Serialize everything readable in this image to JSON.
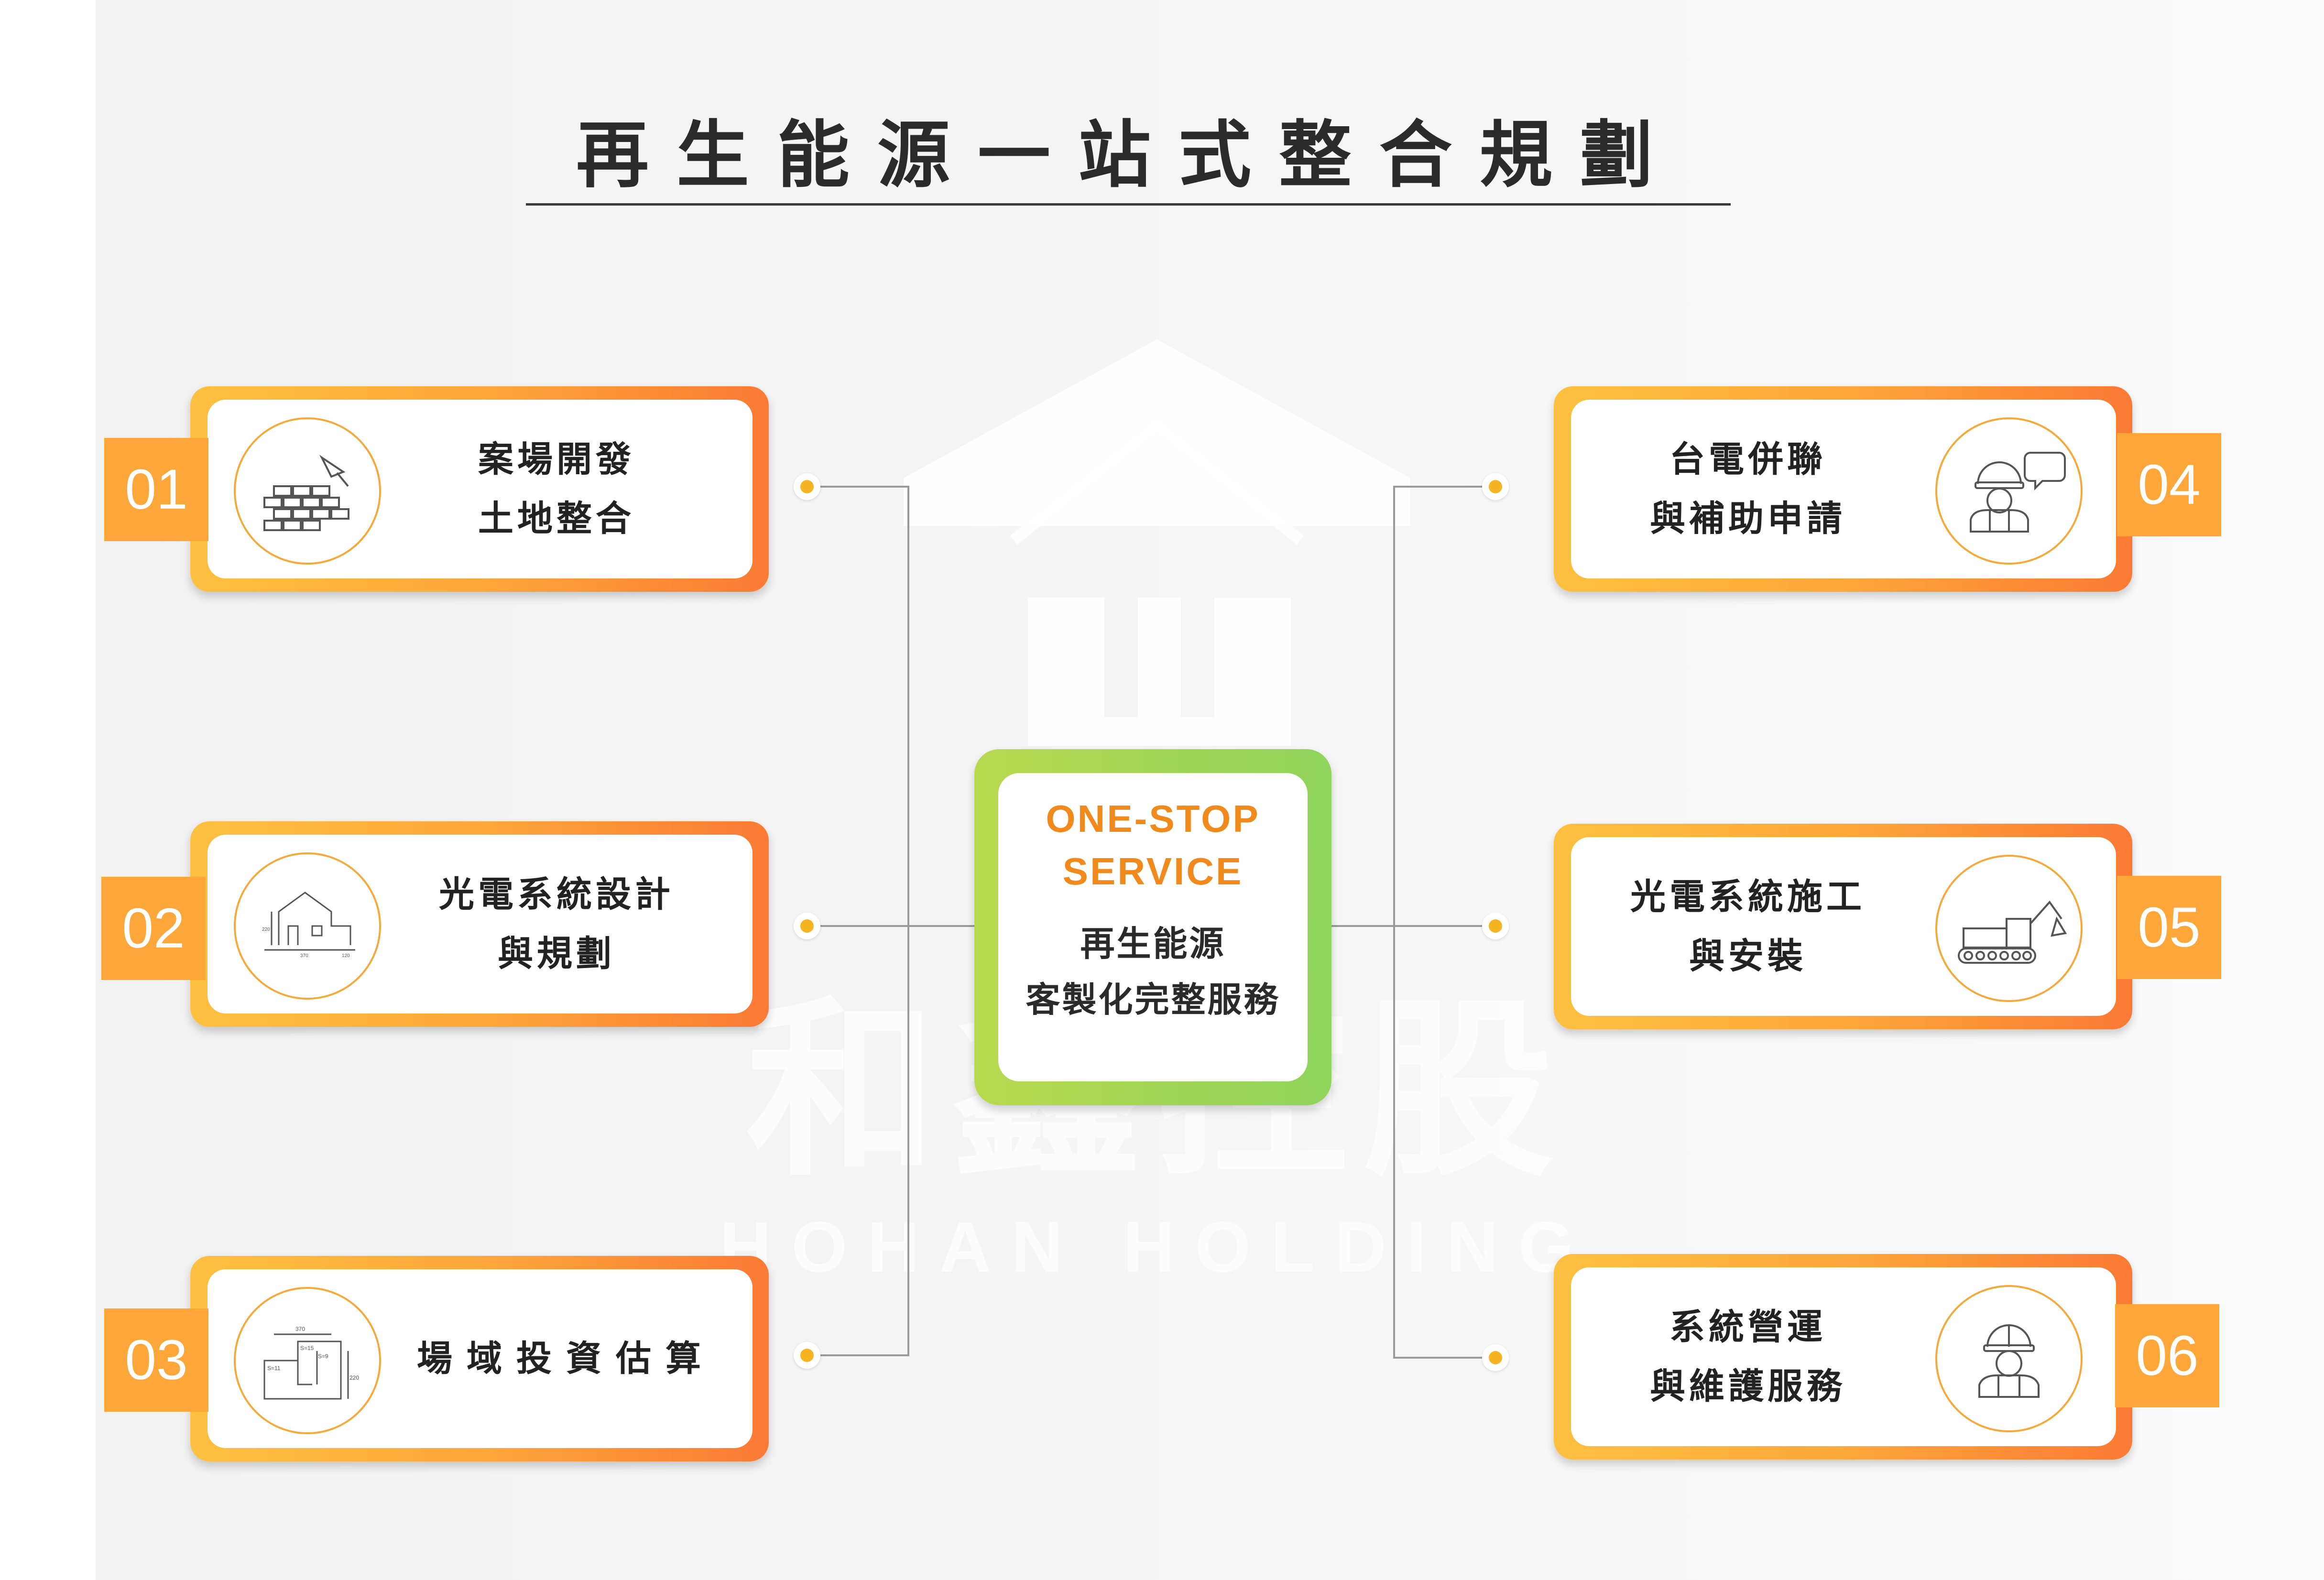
{
  "title": "再生能源一站式整合規劃",
  "watermark": {
    "name_zh": "和鑫控股",
    "name_en": "HOHAN HOLDING"
  },
  "center": {
    "en_line1": "ONE-STOP",
    "en_line2": "SERVICE",
    "zh_line1": "再生能源",
    "zh_line2": "客製化完整服務"
  },
  "steps": [
    {
      "number": "01",
      "line1": "案場開發",
      "line2": "土地整合",
      "icon": "bricks-trowel-icon"
    },
    {
      "number": "02",
      "line1": "光電系統設計",
      "line2": "與規劃",
      "icon": "house-blueprint-icon"
    },
    {
      "number": "03",
      "line1": "場域投資估算",
      "line2": "",
      "icon": "floor-plan-icon"
    },
    {
      "number": "04",
      "line1": "台電併聯",
      "line2": "與補助申請",
      "icon": "worker-speech-icon"
    },
    {
      "number": "05",
      "line1": "光電系統施工",
      "line2": "與安裝",
      "icon": "excavator-icon"
    },
    {
      "number": "06",
      "line1": "系統營運",
      "line2": "與維護服務",
      "icon": "worker-icon"
    }
  ],
  "floor_plan_labels": {
    "top": "370",
    "s15": "S=15",
    "s9": "S=9",
    "s11": "S=11",
    "side": "220"
  },
  "house_plan_labels": {
    "left": "220",
    "bottom": "370",
    "right": "120"
  },
  "colors": {
    "accent_orange": "#fda63a",
    "accent_green": "#8fd45c",
    "center_text_orange": "#f08a1c",
    "dot_yellow": "#f7b422"
  }
}
